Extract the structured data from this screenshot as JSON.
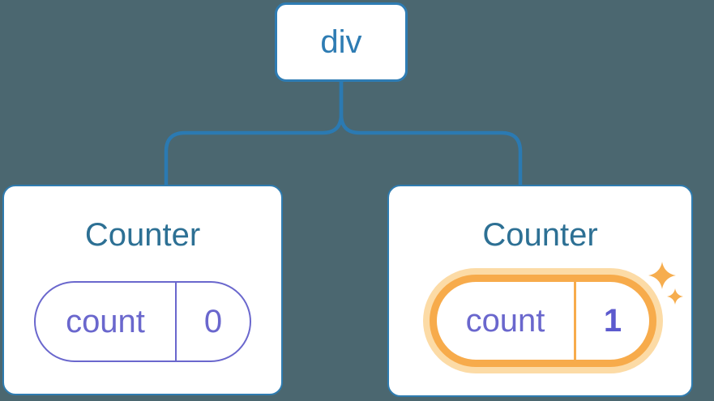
{
  "diagram": {
    "description": "component-state-tree",
    "tree": {
      "root": {
        "label": "div"
      },
      "children": [
        {
          "title": "Counter",
          "state": {
            "key": "count",
            "value": "0"
          },
          "highlighted": false
        },
        {
          "title": "Counter",
          "state": {
            "key": "count",
            "value": "1"
          },
          "highlighted": true
        }
      ]
    },
    "icons": [
      {
        "name": "sparkle-icon",
        "meaning": "state updated highlight"
      }
    ],
    "colors": {
      "background": "#4b6770",
      "connector_blue": "#2b7ab2",
      "node_border_blue": "#2e7cb3",
      "card_border_blue": "#2f7cb0",
      "heading_blue": "#2d7094",
      "state_purple": "#6a67cd",
      "value_bold_purple": "#5c5ace",
      "highlight_orange": "#f7ab4b",
      "highlight_glow": "#fcdba6",
      "sparkle_orange": "#f6ad4e",
      "card_background": "#ffffff"
    }
  }
}
